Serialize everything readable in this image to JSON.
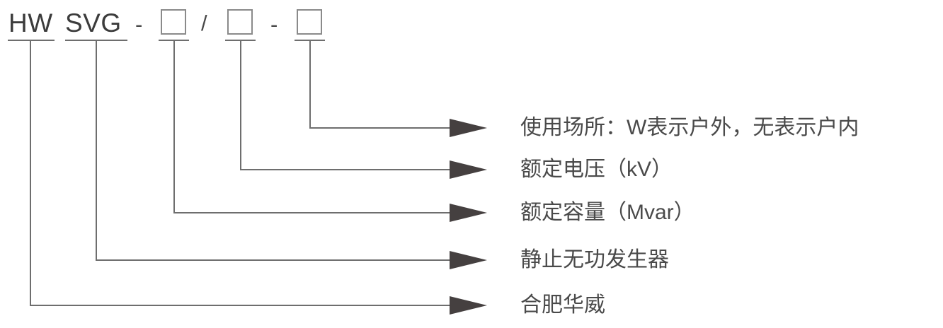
{
  "diagram": {
    "title_code": {
      "segments": [
        {
          "name": "brand-code",
          "text": "HW"
        },
        {
          "name": "product-code",
          "text": "SVG"
        },
        {
          "name": "dash-1",
          "text": "-"
        },
        {
          "name": "capacity-box",
          "text": "□"
        },
        {
          "name": "slash",
          "text": "/"
        },
        {
          "name": "voltage-box",
          "text": "□"
        },
        {
          "name": "dash-2",
          "text": "-"
        },
        {
          "name": "location-box",
          "text": "□"
        }
      ]
    },
    "callouts": [
      {
        "id": "usage-location",
        "label": "使用场所：W表示户外，无表示户内"
      },
      {
        "id": "rated-voltage",
        "label": "额定电压（kV）"
      },
      {
        "id": "rated-capacity",
        "label": "额定容量（Mvar）"
      },
      {
        "id": "product-type",
        "label": "静止无功发生器"
      },
      {
        "id": "manufacturer",
        "label": "合肥华威"
      }
    ],
    "colors": {
      "line": "#6e6e6e",
      "arrow": "#454040",
      "text": "#4a4a4a",
      "box_border": "#8a8a8a",
      "background": "#ffffff"
    }
  }
}
